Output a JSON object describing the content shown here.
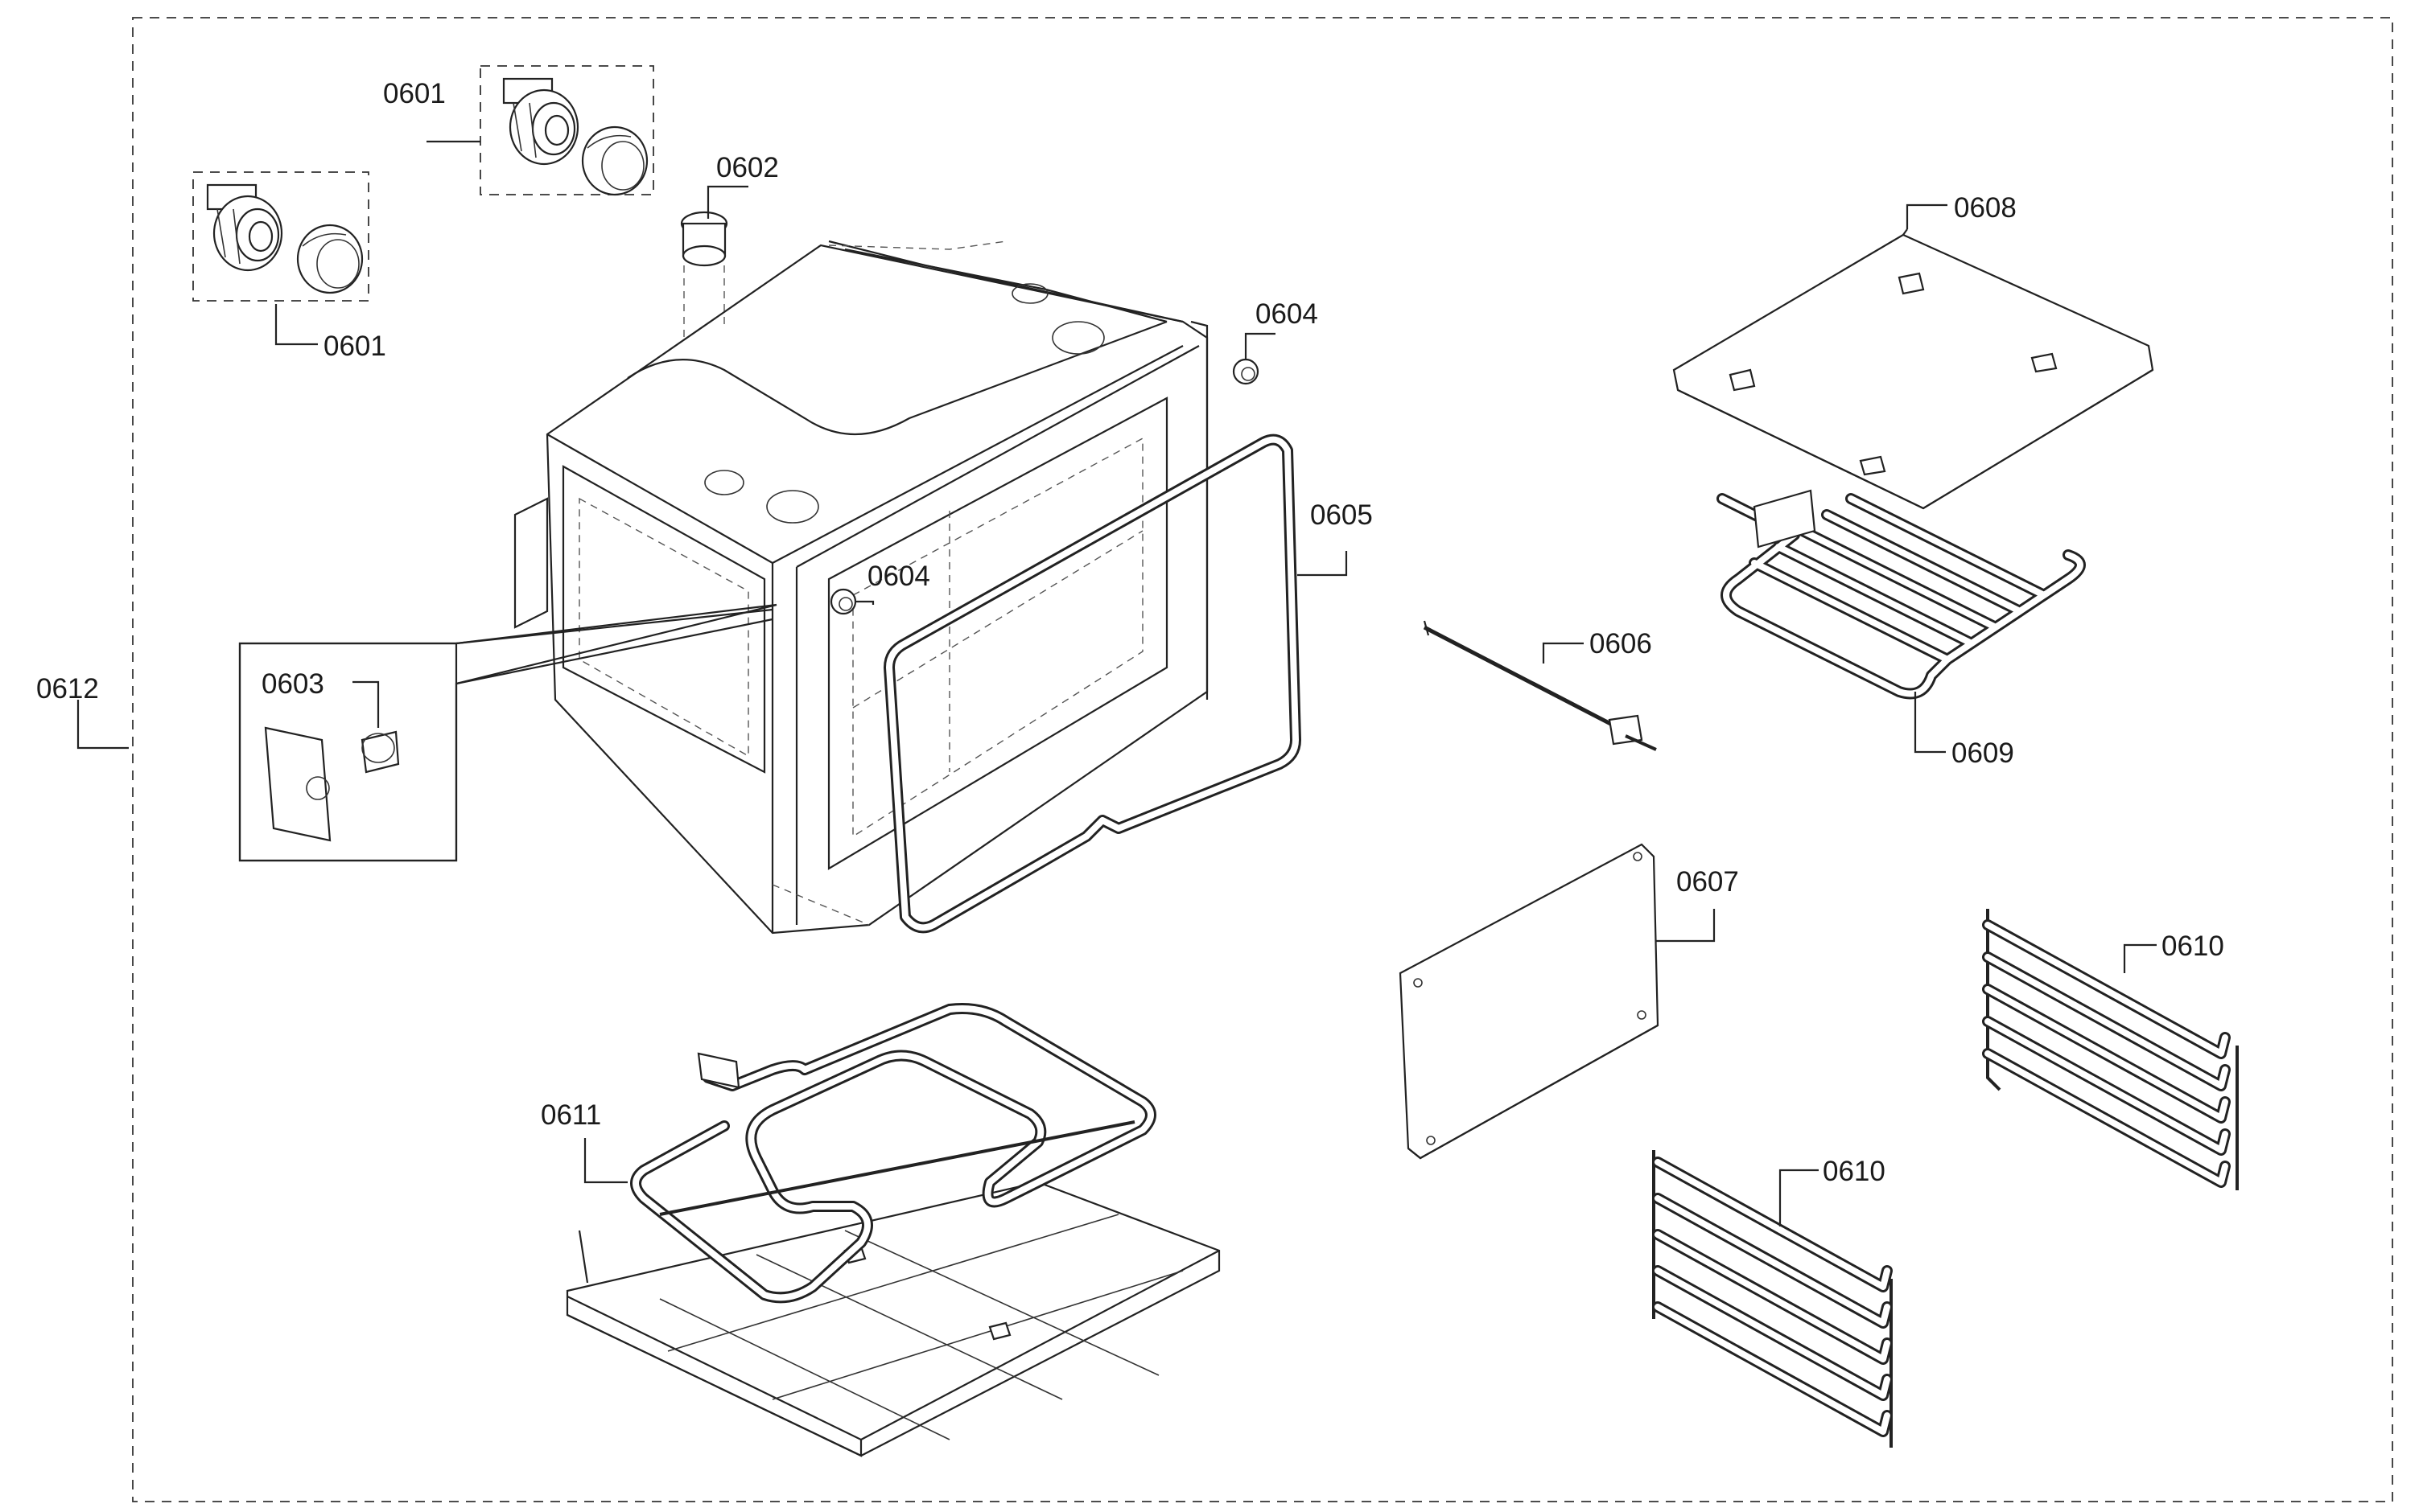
{
  "callouts": {
    "p0601a": "0601",
    "p0601b": "0601",
    "p0602": "0602",
    "p0603": "0603",
    "p0604a": "0604",
    "p0604b": "0604",
    "p0605": "0605",
    "p0606": "0606",
    "p0607": "0607",
    "p0608": "0608",
    "p0609": "0609",
    "p0610a": "0610",
    "p0610b": "0610",
    "p0611": "0611",
    "p0612": "0612"
  }
}
